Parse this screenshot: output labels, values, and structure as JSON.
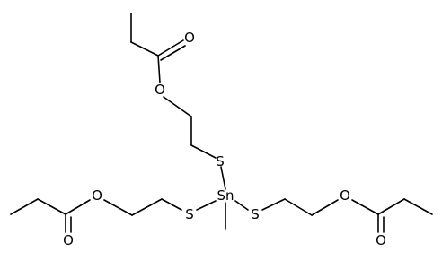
{
  "structure": {
    "atom_labels": {
      "sn": "Sn",
      "s_top": "S",
      "s_left": "S",
      "s_right": "S",
      "o_top_ether": "O",
      "o_top_carbonyl": "O",
      "o_left_ether": "O",
      "o_left_carbonyl": "O",
      "o_right_ether": "O",
      "o_right_carbonyl": "O"
    }
  }
}
